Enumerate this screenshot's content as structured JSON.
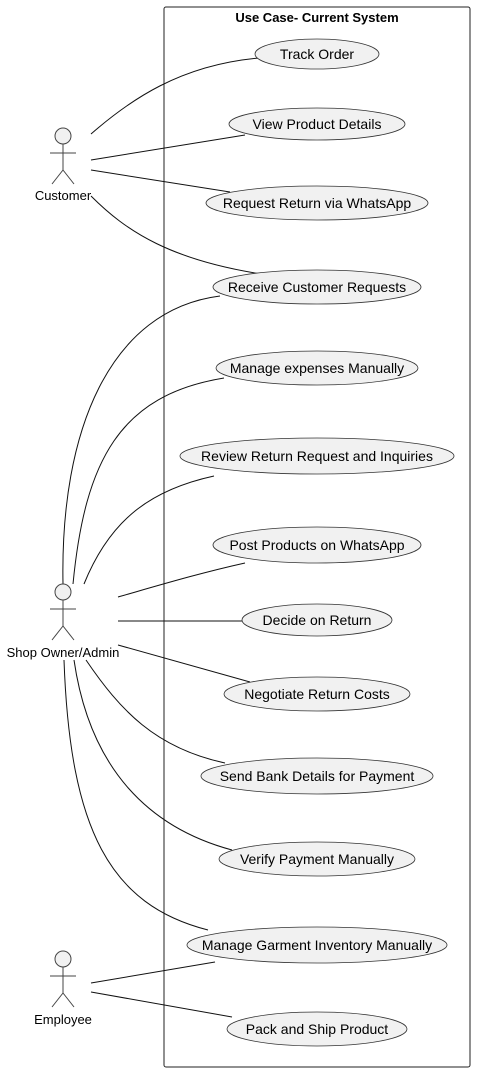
{
  "diagram": {
    "title": "Use Case- Current System",
    "actors": {
      "customer": "Customer",
      "shop_owner": "Shop Owner/Admin",
      "employee": "Employee"
    },
    "use_cases": [
      "Track Order",
      "View Product Details",
      "Request Return via WhatsApp",
      "Receive Customer Requests",
      "Manage expenses Manually",
      "Review Return Request and Inquiries",
      "Post Products on WhatsApp",
      "Decide on Return",
      "Negotiate Return Costs",
      "Send Bank Details for Payment",
      "Verify Payment Manually",
      "Manage Garment Inventory Manually",
      "Pack and Ship Product"
    ]
  }
}
